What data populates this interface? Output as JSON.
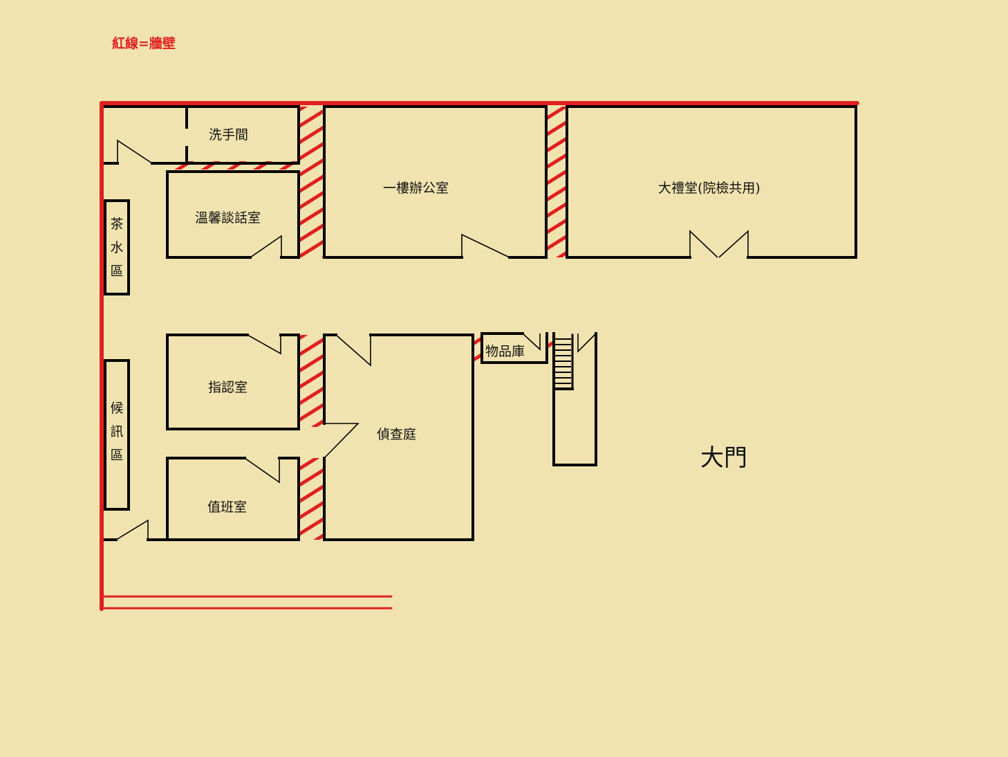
{
  "legend": "紅線=牆壁",
  "rooms": {
    "restroom": "洗手間",
    "counseling": "溫馨談話室",
    "office": "一樓辦公室",
    "auditorium": "大禮堂(院檢共用)",
    "tea_area": "茶水區",
    "lineup": "指認室",
    "storage": "物品庫",
    "court": "偵查庭",
    "waiting": "候訊區",
    "duty": "值班室",
    "gate": "大門"
  },
  "colors": {
    "background": "#F0E3B0",
    "wall": "#E0201E",
    "partition": "#000000"
  }
}
